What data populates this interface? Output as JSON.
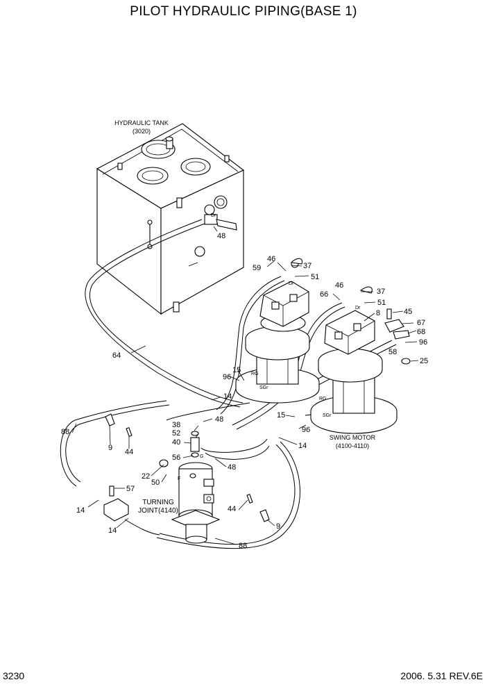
{
  "title": "PILOT HYDRAULIC PIPING(BASE 1)",
  "page_number": "3230",
  "revision": "2006. 5.31  REV.6E",
  "components": {
    "hydraulic_tank": {
      "name": "HYDRAULIC TANK",
      "code": "(3020)"
    },
    "swing_motor": {
      "name": "SWING MOTOR",
      "code": "(4100-4110)"
    },
    "turning_joint": {
      "name": "TURNING",
      "code": "JOINT(4140)"
    }
  },
  "port_labels": {
    "dr1": "Dr",
    "dr2": "Dr",
    "rg1": "RG",
    "rg2": "RG",
    "sgr1": "SGr",
    "sgr2": "SGr",
    "dr3": "Dr",
    "f": "F",
    "g": "G"
  },
  "callouts": [
    {
      "id": "c48a",
      "text": "48"
    },
    {
      "id": "c46a",
      "text": "46"
    },
    {
      "id": "c37a",
      "text": "37"
    },
    {
      "id": "c59",
      "text": "59"
    },
    {
      "id": "c51a",
      "text": "51"
    },
    {
      "id": "c46b",
      "text": "46"
    },
    {
      "id": "c37b",
      "text": "37"
    },
    {
      "id": "c66",
      "text": "66"
    },
    {
      "id": "c51b",
      "text": "51"
    },
    {
      "id": "c8",
      "text": "8"
    },
    {
      "id": "c45",
      "text": "45"
    },
    {
      "id": "c67",
      "text": "67"
    },
    {
      "id": "c68",
      "text": "68"
    },
    {
      "id": "c96a",
      "text": "96"
    },
    {
      "id": "c58",
      "text": "58"
    },
    {
      "id": "c25",
      "text": "25"
    },
    {
      "id": "c64",
      "text": "64"
    },
    {
      "id": "c15a",
      "text": "15"
    },
    {
      "id": "c96b",
      "text": "96"
    },
    {
      "id": "c14a",
      "text": "14"
    },
    {
      "id": "c38",
      "text": "38"
    },
    {
      "id": "c48b",
      "text": "48"
    },
    {
      "id": "c52",
      "text": "52"
    },
    {
      "id": "c40",
      "text": "40"
    },
    {
      "id": "c15b",
      "text": "15"
    },
    {
      "id": "c96c",
      "text": "96"
    },
    {
      "id": "c14b",
      "text": "14"
    },
    {
      "id": "c88a",
      "text": "88"
    },
    {
      "id": "c9a",
      "text": "9"
    },
    {
      "id": "c44a",
      "text": "44"
    },
    {
      "id": "c56",
      "text": "56"
    },
    {
      "id": "c48c",
      "text": "48"
    },
    {
      "id": "c22",
      "text": "22"
    },
    {
      "id": "c50",
      "text": "50"
    },
    {
      "id": "c57",
      "text": "57"
    },
    {
      "id": "c14c",
      "text": "14"
    },
    {
      "id": "c14d",
      "text": "14"
    },
    {
      "id": "c44b",
      "text": "44"
    },
    {
      "id": "c9b",
      "text": "9"
    },
    {
      "id": "c88b",
      "text": "88"
    }
  ]
}
